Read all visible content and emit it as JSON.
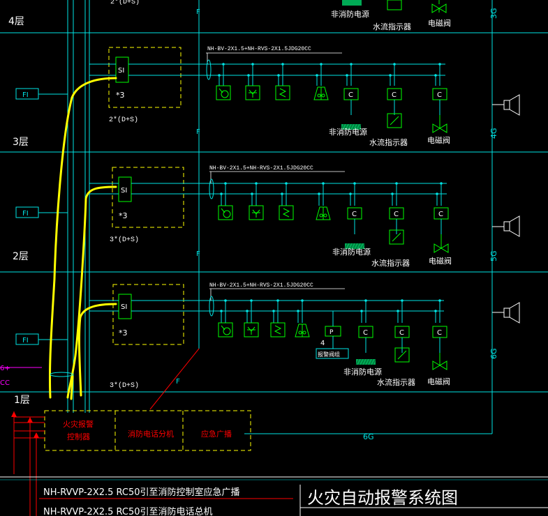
{
  "colors": {
    "background": "#000000",
    "cyan": "#00e5e5",
    "green": "#00ff00",
    "yellow": "#ffff00",
    "white": "#ffffff",
    "red": "#ff0000",
    "magenta": "#ff00ff",
    "hatch": "#00aa55"
  },
  "floors": [
    {
      "id": "f4",
      "label": "4层"
    },
    {
      "id": "f3",
      "label": "3层"
    },
    {
      "id": "f2",
      "label": "2层"
    },
    {
      "id": "f1",
      "label": "1层"
    }
  ],
  "fi_label": "FI",
  "si_label": "SI",
  "c_label": "C",
  "p_label": "P",
  "star3": "*3",
  "riser_label": "F",
  "top_riser_label": "2*(D+S)",
  "cable_labels": [
    "2*(D+S)",
    "3*(D+S)",
    "3*(D+S)"
  ],
  "bus_labels": [
    "NH-BV-2X1.5+NH-RVS-2X1.5JDG20CC",
    "NH-BV-2X1.5+NH-RVS-2X1.5JDG20CC",
    "NH-BV-2X1.5+NH-RVS-2X1.5JDG20CC"
  ],
  "device_labels": {
    "non_fire_power": "非消防电源",
    "water_flow": "水流指示器",
    "solenoid_valve": "电磁阀"
  },
  "p_count": "4",
  "p_sublabel": "报警阀组",
  "broadcast_labels": [
    "3G",
    "4G",
    "5G",
    "6G",
    "6G"
  ],
  "controller": {
    "alarm_controller_line1": "火灾报警",
    "alarm_controller_line2": "控制器",
    "phone_host": "消防电话分机",
    "broadcast": "应急广播"
  },
  "left_edge": {
    "text1": "6+",
    "text2": "CC"
  },
  "bottom_notes": [
    "NH-RVVP-2X2.5  RC50引至消防控制室应急广播",
    "NH-RVVP-2X2.5  RC50引至消防电话总机"
  ],
  "drawing_title": "火灾自动报警系统图"
}
